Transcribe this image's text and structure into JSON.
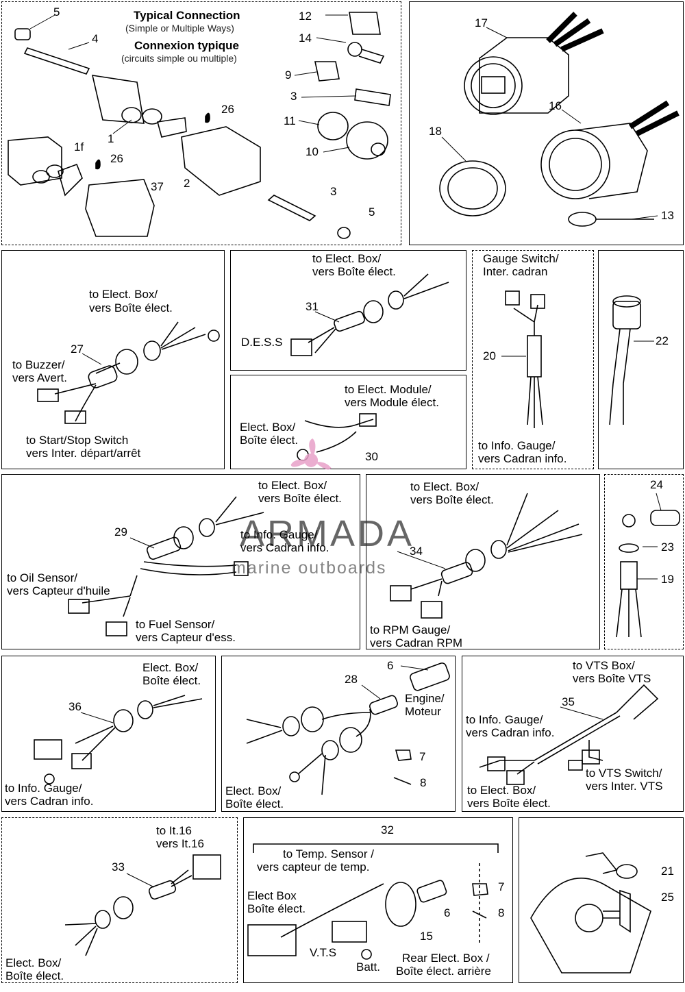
{
  "p1": {
    "title_en": "Typical Connection",
    "sub_en": "(Simple or Multiple Ways)",
    "title_fr": "Connexion typique",
    "sub_fr": "(circuits simple ou multiple)",
    "nums": [
      "5",
      "4",
      "1",
      "1f",
      "26",
      "26",
      "2",
      "37",
      "3",
      "5",
      "12",
      "14",
      "9",
      "3",
      "11",
      "10"
    ]
  },
  "p2": {
    "nums": [
      "17",
      "16",
      "18",
      "13"
    ]
  },
  "p3": {
    "to_box": "to Elect. Box/",
    "to_box_fr": "vers Boîte élect.",
    "num": "27",
    "buzzer": "to Buzzer/",
    "buzzer_fr": "vers Avert.",
    "start": "to Start/Stop Switch",
    "start_fr": "vers Inter. départ/arrêt"
  },
  "p4": {
    "to_box": "to Elect. Box/",
    "to_box_fr": "vers Boîte élect.",
    "num": "31",
    "dess": "D.E.S.S"
  },
  "p5": {
    "to_mod": "to Elect. Module/",
    "to_mod_fr": "vers Module élect.",
    "box": "Elect. Box/",
    "box_fr": "Boîte élect.",
    "num": "30"
  },
  "p6": {
    "gs": "Gauge Switch/",
    "gs_fr": "Inter. cadran",
    "num": "20",
    "info": "to Info. Gauge/",
    "info_fr": "vers Cadran info."
  },
  "p7": {
    "num": "22"
  },
  "p8": {
    "to_box": "to Elect. Box/",
    "to_box_fr": "vers Boîte élect.",
    "num": "29",
    "info": "to Info. Gauge/",
    "info_fr": "vers Cadran info.",
    "oil": "to Oil Sensor/",
    "oil_fr": "vers Capteur d'huile",
    "fuel": "to Fuel Sensor/",
    "fuel_fr": "vers Capteur d'ess."
  },
  "p9": {
    "to_box": "to Elect. Box/",
    "to_box_fr": "vers Boîte élect.",
    "num": "34",
    "rpm": "to RPM Gauge/",
    "rpm_fr": "vers Cadran RPM"
  },
  "p10": {
    "nums": [
      "24",
      "23",
      "19"
    ]
  },
  "p11": {
    "box": "Elect. Box/",
    "box_fr": "Boîte élect.",
    "num": "36",
    "info": "to Info. Gauge/",
    "info_fr": "vers Cadran info."
  },
  "p12": {
    "nums": [
      "6",
      "28",
      "7",
      "8"
    ],
    "eng": "Engine/",
    "eng_fr": "Moteur",
    "box": "Elect. Box/",
    "box_fr": "Boîte élect."
  },
  "p13": {
    "vts": "to VTS Box/",
    "vts_fr": "vers Boîte VTS",
    "num": "35",
    "info": "to Info. Gauge/",
    "info_fr": "vers Cadran info.",
    "sw": "to VTS Switch/",
    "sw_fr": "vers Inter. VTS",
    "box": "to Elect. Box/",
    "box_fr": "vers Boîte élect."
  },
  "p14": {
    "it": "to It.16",
    "it_fr": "vers It.16",
    "num": "33",
    "box": "Elect. Box/",
    "box_fr": "Boîte élect."
  },
  "p15": {
    "nums": [
      "32",
      "7",
      "8",
      "6",
      "15"
    ],
    "temp": "to Temp. Sensor /",
    "temp_fr": "vers capteur de temp.",
    "box": "Elect Box",
    "box_fr": "Boîte élect.",
    "vts": "V.T.S",
    "batt": "Batt.",
    "rear": "Rear Elect. Box /",
    "rear_fr": "Boîte élect. arrière"
  },
  "p16": {
    "nums": [
      "21",
      "25"
    ]
  },
  "watermark": {
    "brand": "ARMADA",
    "tag": "marine outboards",
    "color": "#e8a0c8"
  }
}
